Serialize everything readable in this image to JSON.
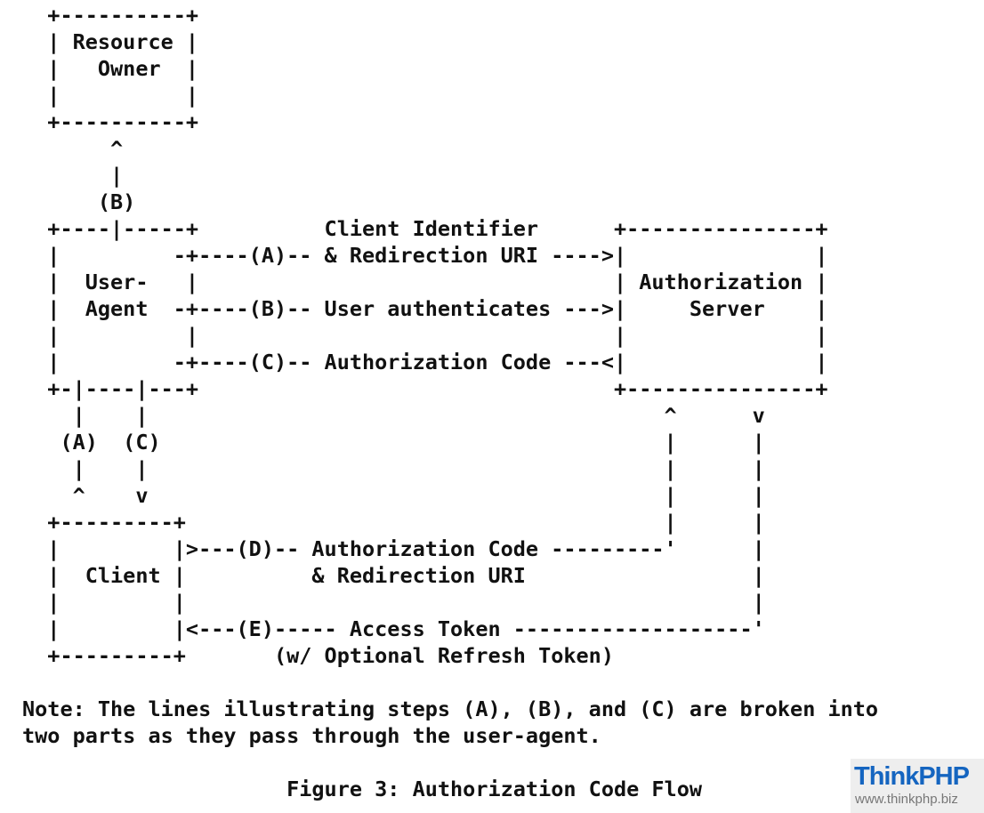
{
  "diagram": {
    "lines": [
      "  +----------+",
      "  | Resource |",
      "  |   Owner  |",
      "  |          |",
      "  +----------+",
      "       ^",
      "       |",
      "      (B)",
      "  +----|-----+          Client Identifier      +---------------+",
      "  |         -+----(A)-- & Redirection URI ---->|               |",
      "  |  User-   |                                 | Authorization |",
      "  |  Agent  -+----(B)-- User authenticates --->|     Server    |",
      "  |          |                                 |               |",
      "  |         -+----(C)-- Authorization Code ---<|               |",
      "  +-|----|---+                                 +---------------+",
      "    |    |                                         ^      v",
      "   (A)  (C)                                        |      |",
      "    |    |                                         |      |",
      "    ^    v                                         |      |",
      "  +---------+                                      |      |",
      "  |         |>---(D)-- Authorization Code ---------'      |",
      "  |  Client |          & Redirection URI                  |",
      "  |         |                                             |",
      "  |         |<---(E)----- Access Token -------------------'",
      "  +---------+       (w/ Optional Refresh Token)",
      "",
      "Note: The lines illustrating steps (A), (B), and (C) are broken into",
      "two parts as they pass through the user-agent.",
      "",
      "                     Figure 3: Authorization Code Flow"
    ]
  },
  "watermark": {
    "brand_part1": "Think",
    "brand_part2": "PHP",
    "url": "www.thinkphp.biz"
  }
}
